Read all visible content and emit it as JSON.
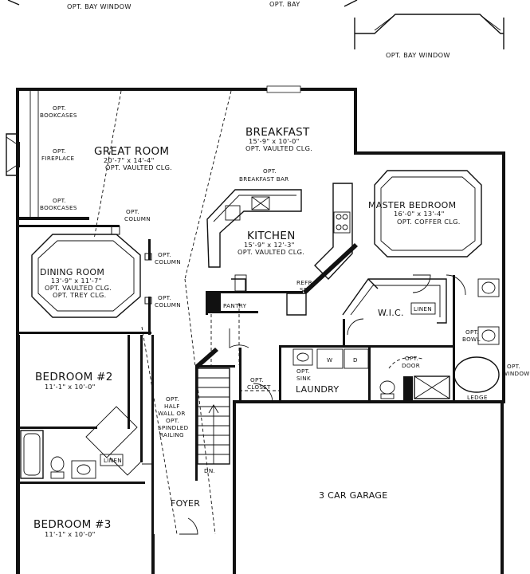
{
  "top_labels": {
    "opt_bay_window_left": "OPT. BAY WINDOW",
    "opt_bay_center": "OPT. BAY",
    "opt_bay_window_right": "OPT. BAY WINDOW"
  },
  "rooms": {
    "great_room": {
      "name": "GREAT ROOM",
      "size": "20'-7\" x 14'-4\"",
      "note": "OPT. VAULTED CLG."
    },
    "breakfast": {
      "name": "BREAKFAST",
      "size": "15'-9\" x 10'-0\"",
      "note": "OPT. VAULTED CLG."
    },
    "kitchen": {
      "name": "KITCHEN",
      "size": "15'-9\" x 12'-3\"",
      "note": "OPT. VAULTED CLG."
    },
    "master_bedroom": {
      "name": "MASTER BEDROOM",
      "size": "16'-0\" x 13'-4\"",
      "note": "OPT. COFFER CLG."
    },
    "dining_room": {
      "name": "DINING ROOM",
      "size": "13'-9\" x 11'-7\"",
      "note1": "OPT. VAULTED CLG.",
      "note2": "OPT. TREY CLG."
    },
    "bedroom_2": {
      "name": "BEDROOM #2",
      "size": "11'-1\" x 10'-0\""
    },
    "bedroom_3": {
      "name": "BEDROOM #3",
      "size": "11'-1\" x 10'-0\""
    },
    "laundry": {
      "name": "LAUNDRY"
    },
    "foyer": {
      "name": "FOYER"
    },
    "garage": {
      "name": "3 CAR GARAGE"
    },
    "wic": {
      "name": "W.I.C."
    }
  },
  "notes": {
    "opt": "OPT.",
    "bookcases": "BOOKCASES",
    "fireplace": "FIREPLACE",
    "column": "COLUMN",
    "breakfast_bar": "BREAKFAST BAR",
    "pantry": "PANTRY",
    "refr": "REFR",
    "sp": "SP.",
    "linen": "LINEN",
    "bowl": "BOWL",
    "door": "DOOR",
    "window": "WINDOW",
    "sink": "SINK",
    "closet": "CLOSET",
    "half_wall_or": "WALL OR",
    "half": "HALF",
    "spindled": "SPINDLED",
    "railing": "RAILING",
    "dn": "DN.",
    "ledge": "LEDGE",
    "w": "W",
    "d": "D"
  }
}
